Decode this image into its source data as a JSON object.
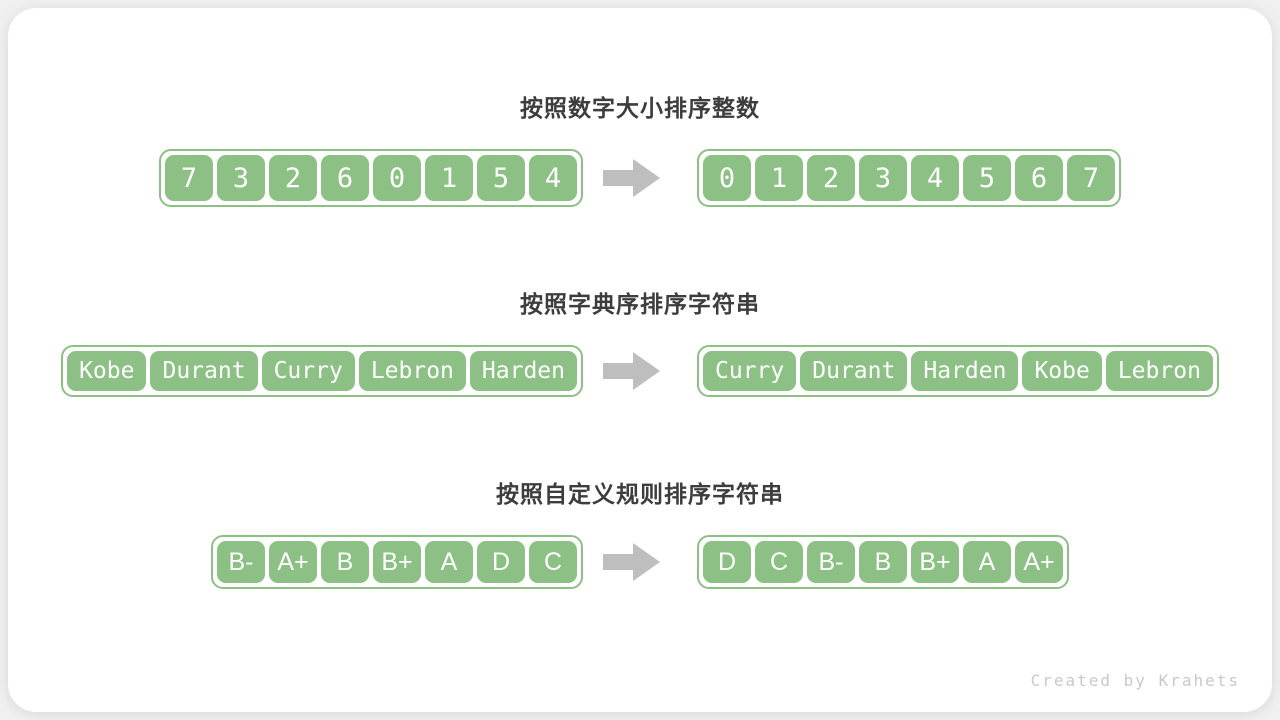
{
  "colors": {
    "green": "#8cc084",
    "arrow": "#bebebe",
    "title": "#3d3d3d",
    "page_bg": "#f0f0f0",
    "card_bg": "#ffffff",
    "cell_text": "#ffffff",
    "footer_text": "#c9c9c9"
  },
  "sections": [
    {
      "title": "按照数字大小排序整数",
      "left": [
        "7",
        "3",
        "2",
        "6",
        "0",
        "1",
        "5",
        "4"
      ],
      "right": [
        "0",
        "1",
        "2",
        "3",
        "4",
        "5",
        "6",
        "7"
      ]
    },
    {
      "title": "按照字典序排序字符串",
      "left": [
        "Kobe",
        "Durant",
        "Curry",
        "Lebron",
        "Harden"
      ],
      "right": [
        "Curry",
        "Durant",
        "Harden",
        "Kobe",
        "Lebron"
      ]
    },
    {
      "title": "按照自定义规则排序字符串",
      "left": [
        "B-",
        "A+",
        "B",
        "B+",
        "A",
        "D",
        "C"
      ],
      "right": [
        "D",
        "C",
        "B-",
        "B",
        "B+",
        "A",
        "A+"
      ]
    }
  ],
  "footer": {
    "credit": "Created by Krahets"
  }
}
